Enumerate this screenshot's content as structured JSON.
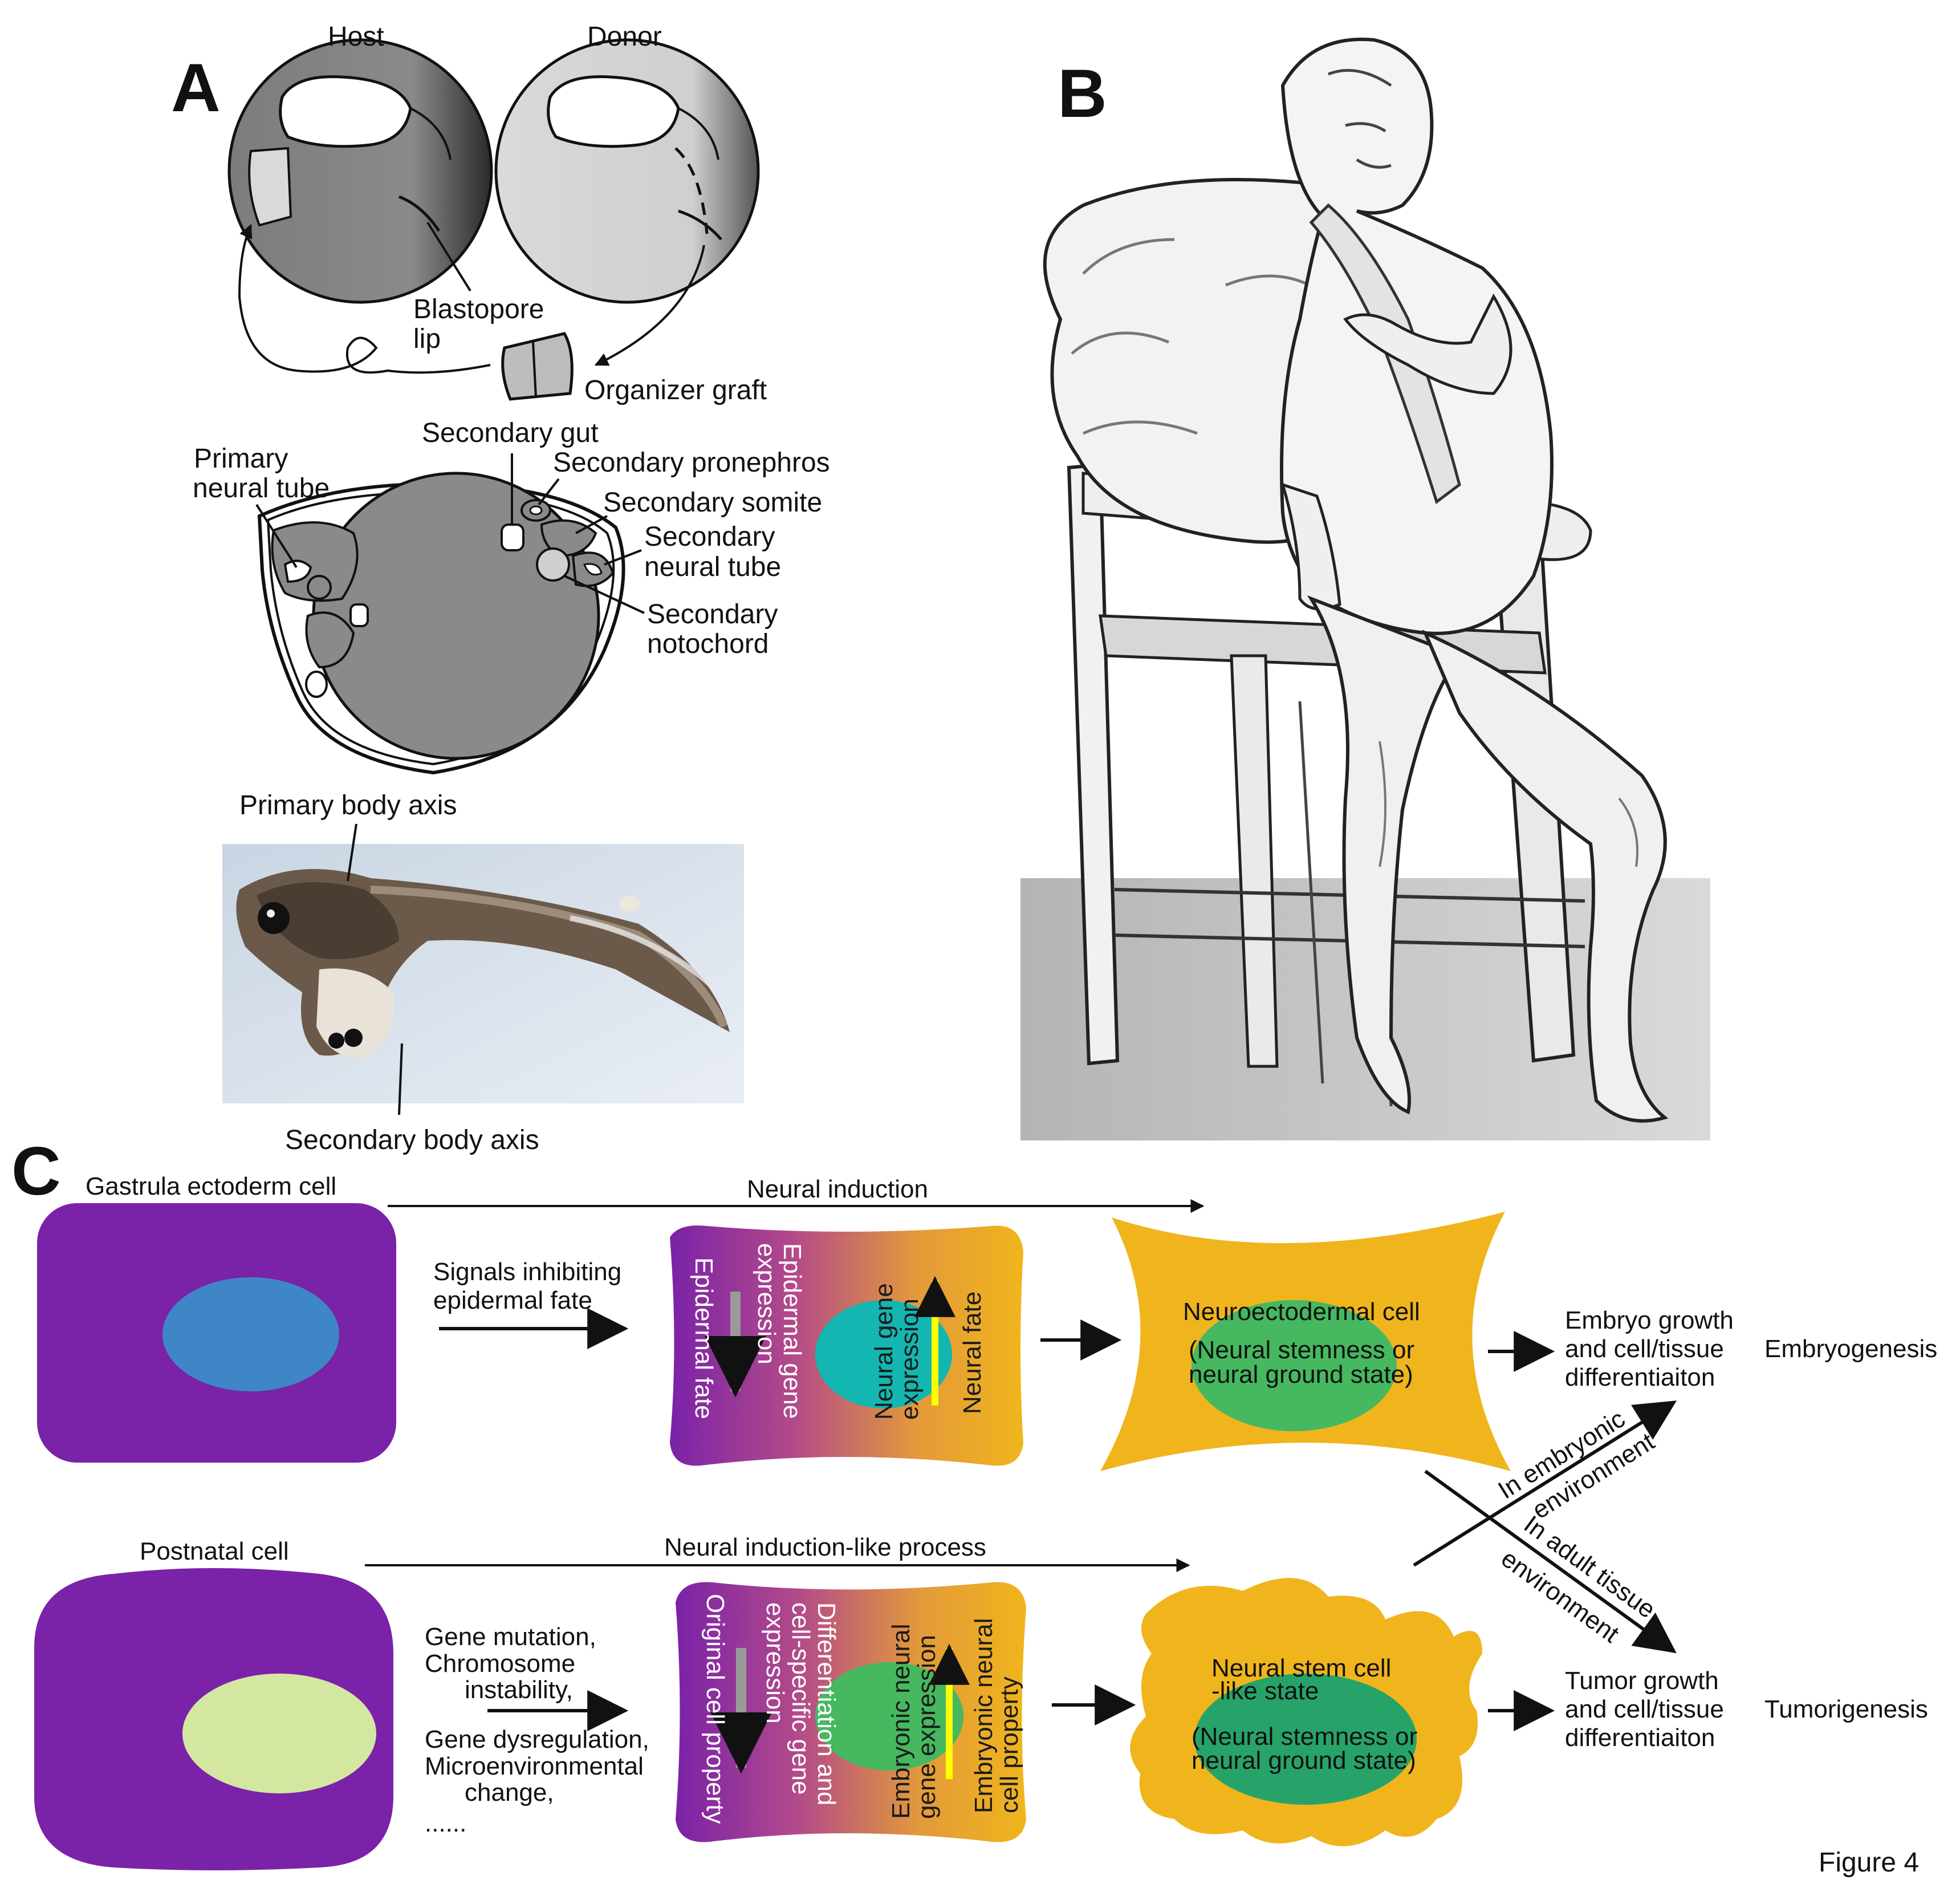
{
  "panels": {
    "a": "A",
    "b": "B",
    "c": "C"
  },
  "panel_a": {
    "host": "Host",
    "donor": "Donor",
    "blastopore_lip_1": "Blastopore",
    "blastopore_lip_2": "lip",
    "organizer_graft": "Organizer graft",
    "secondary_gut": "Secondary gut",
    "primary_neural_tube_1": "Primary",
    "primary_neural_tube_2": "neural tube",
    "secondary_pronephros": "Secondary pronephros",
    "secondary_somite": "Secondary somite",
    "secondary_neural_tube_1": "Secondary",
    "secondary_neural_tube_2": "neural tube",
    "secondary_notochord_1": "Secondary",
    "secondary_notochord_2": "notochord",
    "primary_body_axis": "Primary body axis",
    "secondary_body_axis": "Secondary body axis"
  },
  "panel_c": {
    "gastrula_cell": "Gastrula ectoderm cell",
    "neural_induction": "Neural induction",
    "signals_1": "Signals inhibiting",
    "signals_2": "epidermal fate",
    "epidermal_fate": "Epidermal fate",
    "epidermal_gene_expr_1": "Epidermal gene",
    "epidermal_gene_expr_2": "expression",
    "neural_gene_expr_1": "Neural gene",
    "neural_gene_expr_2": "expression",
    "neural_fate": "Neural fate",
    "neuroectodermal_cell": "Neuroectodermal cell",
    "neural_stemness_1a": "(Neural stemness or",
    "neural_stemness_1b": "neural ground state)",
    "embryo_growth_1": "Embryo growth",
    "embryo_growth_2": "and cell/tissue",
    "embryo_growth_3": "differentiaiton",
    "embryogenesis": "Embryogenesis",
    "in_embryonic_1": "In embryonic",
    "in_embryonic_2": "environment",
    "in_adult_1": "In adult tissue",
    "in_adult_2": "environment",
    "postnatal_cell": "Postnatal cell",
    "neural_induction_like": "Neural induction-like process",
    "gene_mutation": "Gene mutation,",
    "chromosome": "Chromosome",
    "instability": "instability,",
    "gene_dysregulation": "Gene dysregulation,",
    "microenvironmental": "Microenvironmental",
    "change": "change,",
    "ellipsis": "......",
    "original_cell_property": "Original cell property",
    "diff_1": "Differentiation and",
    "diff_2": "cell-specific gene",
    "diff_3": "expression",
    "emb_neural_gene_1": "Embryonic neural",
    "emb_neural_gene_2": "gene expression",
    "emb_neural_cell_1": "Embryonic neural",
    "emb_neural_cell_2": "cell property",
    "neural_stem_like_1": "Neural stem cell",
    "neural_stem_like_2": "-like state",
    "neural_stemness_2a": "(Neural stemness or",
    "neural_stemness_2b": "neural ground state)",
    "tumor_growth_1": "Tumor growth",
    "tumor_growth_2": "and cell/tissue",
    "tumor_growth_3": "differentiaiton",
    "tumorigenesis": "Tumorigenesis"
  },
  "figure_label": "Figure 4",
  "colors": {
    "purple": "#7a22a8",
    "blue_nucleus": "#3f86c6",
    "light_green_nucleus": "#d4e7a0",
    "orange": "#f0b51c",
    "teal": "#13b6b0",
    "green": "#46b85f",
    "dark_green": "#27a36a",
    "gray_embryo": "#8a8a8a",
    "light_gray_embryo": "#d5d5d5",
    "yellow_arrow": "#ffff00"
  }
}
